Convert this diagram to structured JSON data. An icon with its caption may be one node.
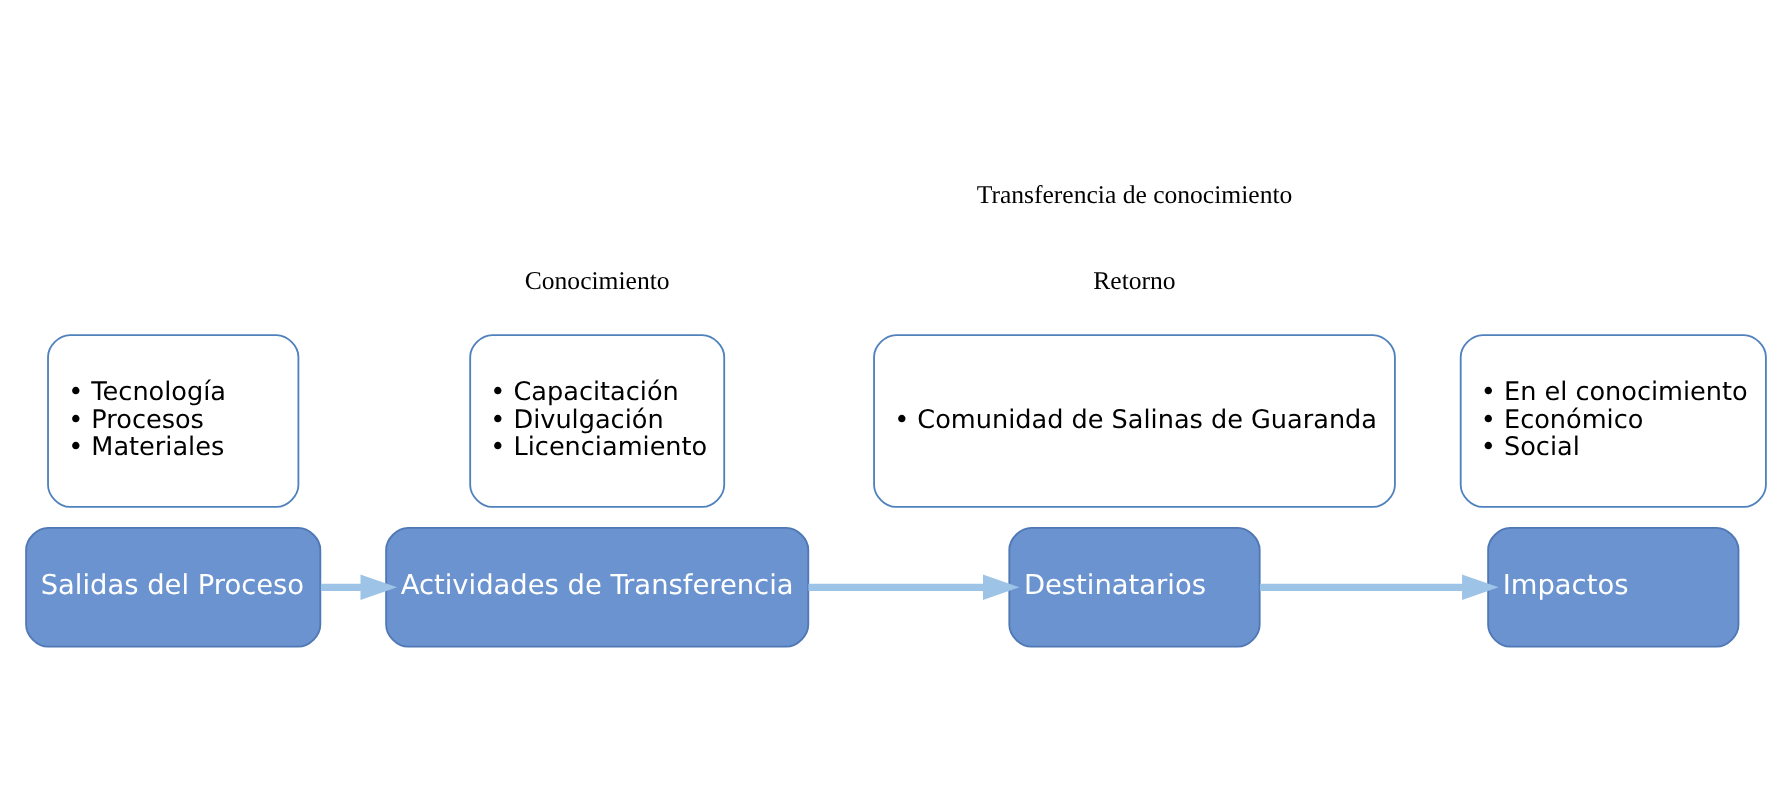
{
  "diagram": {
    "nodes": [
      {
        "text": [
          "Salidas del Proceso"
        ]
      },
      {
        "text": [
          "• Tecnología",
          "• Procesos",
          "• Materiales"
        ]
      },
      {
        "text": [
          "Actividades de Transferencia"
        ]
      },
      {
        "text": [
          "• Capacitación",
          "• Divulgación",
          "• Licenciamiento"
        ]
      },
      {
        "text": [
          "Destinatarios"
        ]
      },
      {
        "text": [
          "• Comunidad de Salinas de Guaranda"
        ]
      },
      {
        "text": [
          "Impactos"
        ]
      },
      {
        "text": [
          "• En el conocimiento",
          "• Económico",
          "• Social"
        ]
      }
    ],
    "edges": [
      {
        "from": 0,
        "to": 2,
        "arrow": "to"
      },
      {
        "from": 2,
        "to": 4,
        "arrow": "to"
      },
      {
        "from": 4,
        "to": 6,
        "arrow": "to"
      }
    ],
    "labels": [
      "Conocimiento",
      "Retorno",
      "Transferencia de conocimiento"
    ]
  }
}
